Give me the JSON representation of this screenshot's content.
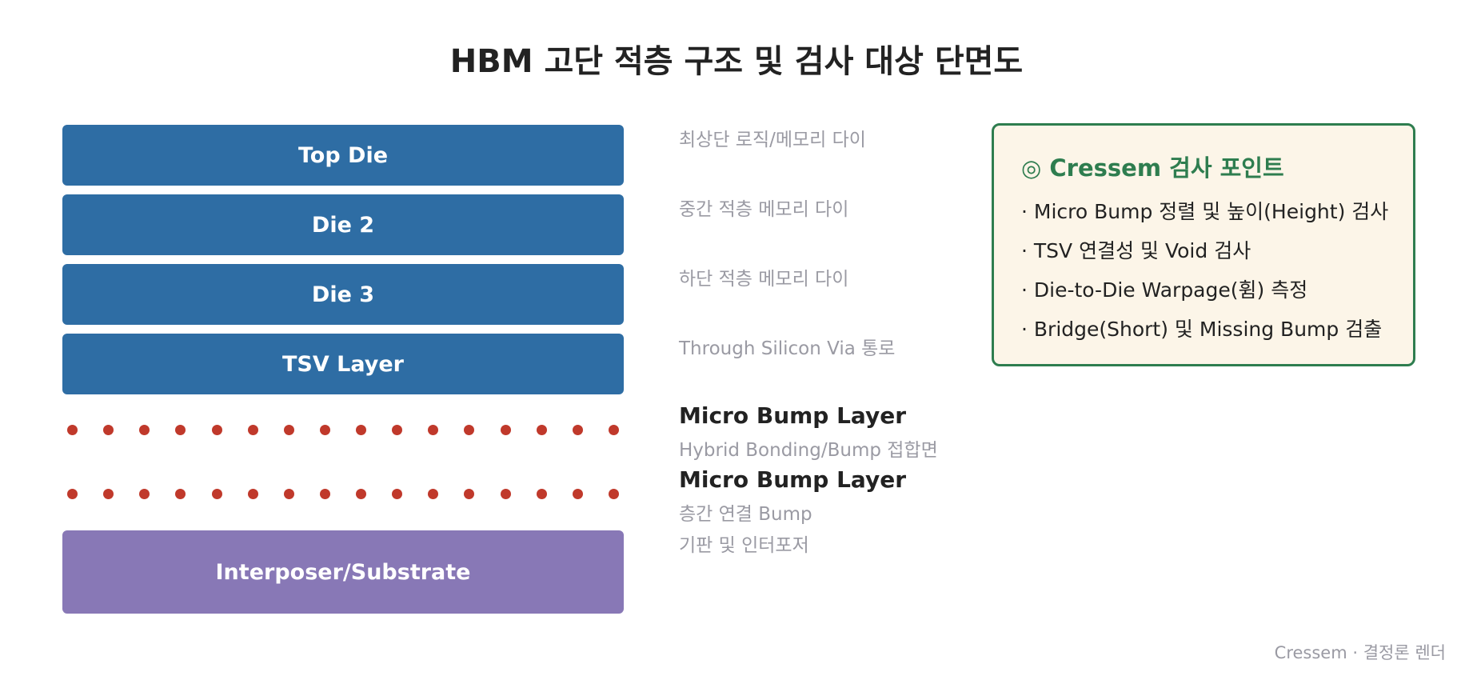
{
  "title": "HBM 고단 적층 구조 및 검사 대상 단면도",
  "stack": {
    "layers": [
      {
        "label": "Top Die",
        "desc": "최상단 로직/메모리 다이"
      },
      {
        "label": "Die 2",
        "desc": "중간 적층 메모리 다이"
      },
      {
        "label": "Die 3",
        "desc": "하단 적층 메모리 다이"
      },
      {
        "label": "TSV Layer",
        "desc": "Through Silicon Via 통로"
      }
    ],
    "bump_rows": [
      {
        "label": "Micro Bump Layer",
        "desc": "Hybrid Bonding/Bump 접합면",
        "count": 16
      },
      {
        "label": "Micro Bump Layer",
        "desc": "층간 연결 Bump",
        "count": 16
      }
    ],
    "substrate": {
      "label": "Interposer/Substrate",
      "desc": "기판 및 인터포저"
    }
  },
  "inspection": {
    "title": "◎ Cressem 검사 포인트",
    "items": [
      "· Micro Bump 정렬 및 높이(Height) 검사",
      "· TSV 연결성 및 Void 검사",
      "· Die-to-Die Warpage(휨) 측정",
      "· Bridge(Short) 및 Missing Bump 검출"
    ]
  },
  "footer": "Cressem · 결정론 렌더",
  "colors": {
    "die": "#2e6da4",
    "substrate": "#8878b6",
    "bump": "#c0392b",
    "accent": "#2e7d4f",
    "card_bg": "#fcf5e8"
  }
}
